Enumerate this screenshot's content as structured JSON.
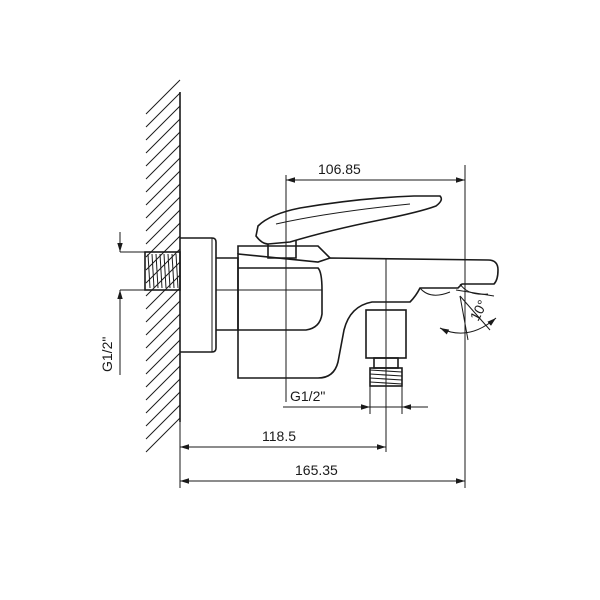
{
  "dimensions": {
    "top_width": "106.85",
    "inlet_thread": "G1/2\"",
    "outlet_thread": "G1/2\"",
    "wall_to_outlet": "118.5",
    "total_length": "165.35",
    "spout_angle": "10°"
  }
}
